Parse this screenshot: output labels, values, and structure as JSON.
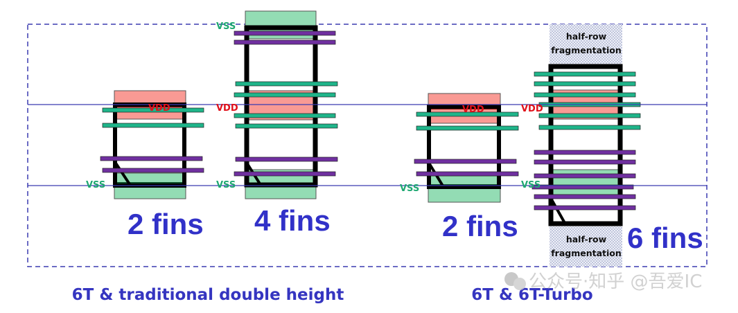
{
  "colors": {
    "frame": "#000000",
    "vdd_fill": "#f99a94",
    "vss_fill": "#93dcb4",
    "nfin": "#1fb58a",
    "pfin": "#7030a0",
    "rail_line": "#3a3ab0",
    "label_blue": "#3333cc",
    "vdd_text": "#e0101a",
    "vss_text": "#1fa872"
  },
  "labels": {
    "vdd": "VDD",
    "vss": "VSS",
    "half_row_1": "half-row",
    "half_row_2": "fragmentation"
  },
  "cells": [
    {
      "fins_label": "2 fins"
    },
    {
      "fins_label": "4 fins"
    },
    {
      "fins_label": "2 fins"
    },
    {
      "fins_label": "6 fins"
    }
  ],
  "captions": {
    "left": "6T & traditional double height",
    "right": "6T & 6T-Turbo"
  },
  "watermark": "公众号·知乎 @吾爱IC"
}
